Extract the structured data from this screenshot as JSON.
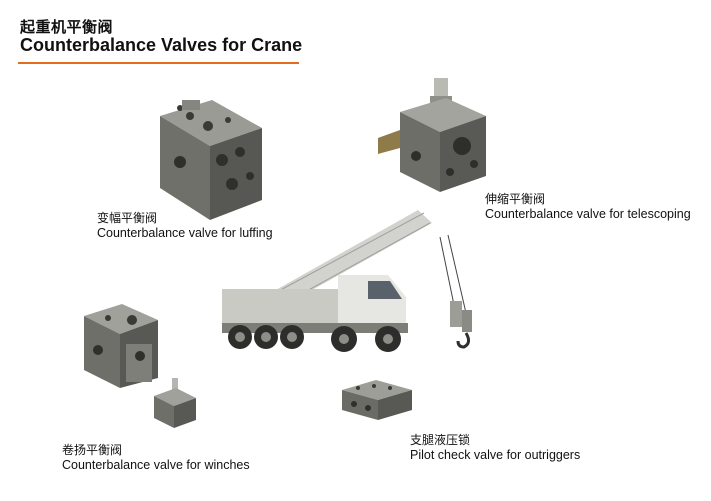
{
  "header": {
    "title_cn": "起重机平衡阀",
    "title_en": "Counterbalance Valves for Crane",
    "accent_color": "#e36c1f"
  },
  "products": {
    "luffing": {
      "label_cn": "变幅平衡阀",
      "label_en": "Counterbalance valve for luffing"
    },
    "telescoping": {
      "label_cn": "伸缩平衡阀",
      "label_en": "Counterbalance valve for telescoping"
    },
    "winches": {
      "label_cn": "卷扬平衡阀",
      "label_en": "Counterbalance valve for winches"
    },
    "outriggers": {
      "label_cn": "支腿液压锁",
      "label_en": "Pilot check valve for outriggers"
    }
  },
  "images": {
    "luffing_valve": "luffing-valve-block",
    "telescoping_valve": "telescoping-valve-block",
    "winch_valve": "winch-valve-block",
    "outrigger_valve": "outrigger-valve-block",
    "crane": "truck-crane"
  }
}
